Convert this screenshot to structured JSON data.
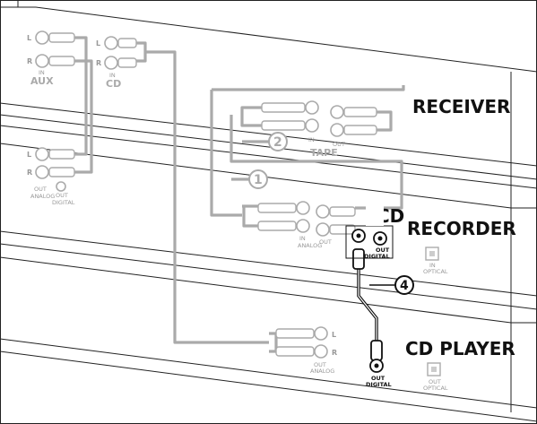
{
  "devices": {
    "receiver": "RECEIVER",
    "recorder": "RECORDER",
    "recorder_hidden_prefix": "CD",
    "cd_player": "CD PLAYER"
  },
  "channels": {
    "left": "L",
    "right": "R"
  },
  "aux_panel": {
    "in": "IN",
    "name": "AUX"
  },
  "cd_panel": {
    "in": "IN",
    "name": "CD"
  },
  "analog_panel": {
    "out": "OUT",
    "analog": "ANALOG",
    "out2": "OUT",
    "digital": "DIGITAL"
  },
  "tape_panel": {
    "in": "IN",
    "out": "OUT",
    "name": "TAPE"
  },
  "recorder_panel": {
    "in": "IN",
    "out": "OUT",
    "analog": "ANALOG",
    "digital_out": "OUT",
    "digital": "DIGITAL",
    "optical_in": "IN",
    "optical": "OPTICAL"
  },
  "player_panel": {
    "out": "OUT",
    "analog": "ANALOG",
    "digital_out": "OUT",
    "digital": "DIGITAL",
    "optical_out": "OUT",
    "optical": "OPTICAL"
  },
  "callouts": {
    "one": "1",
    "two": "2",
    "four": "4"
  }
}
